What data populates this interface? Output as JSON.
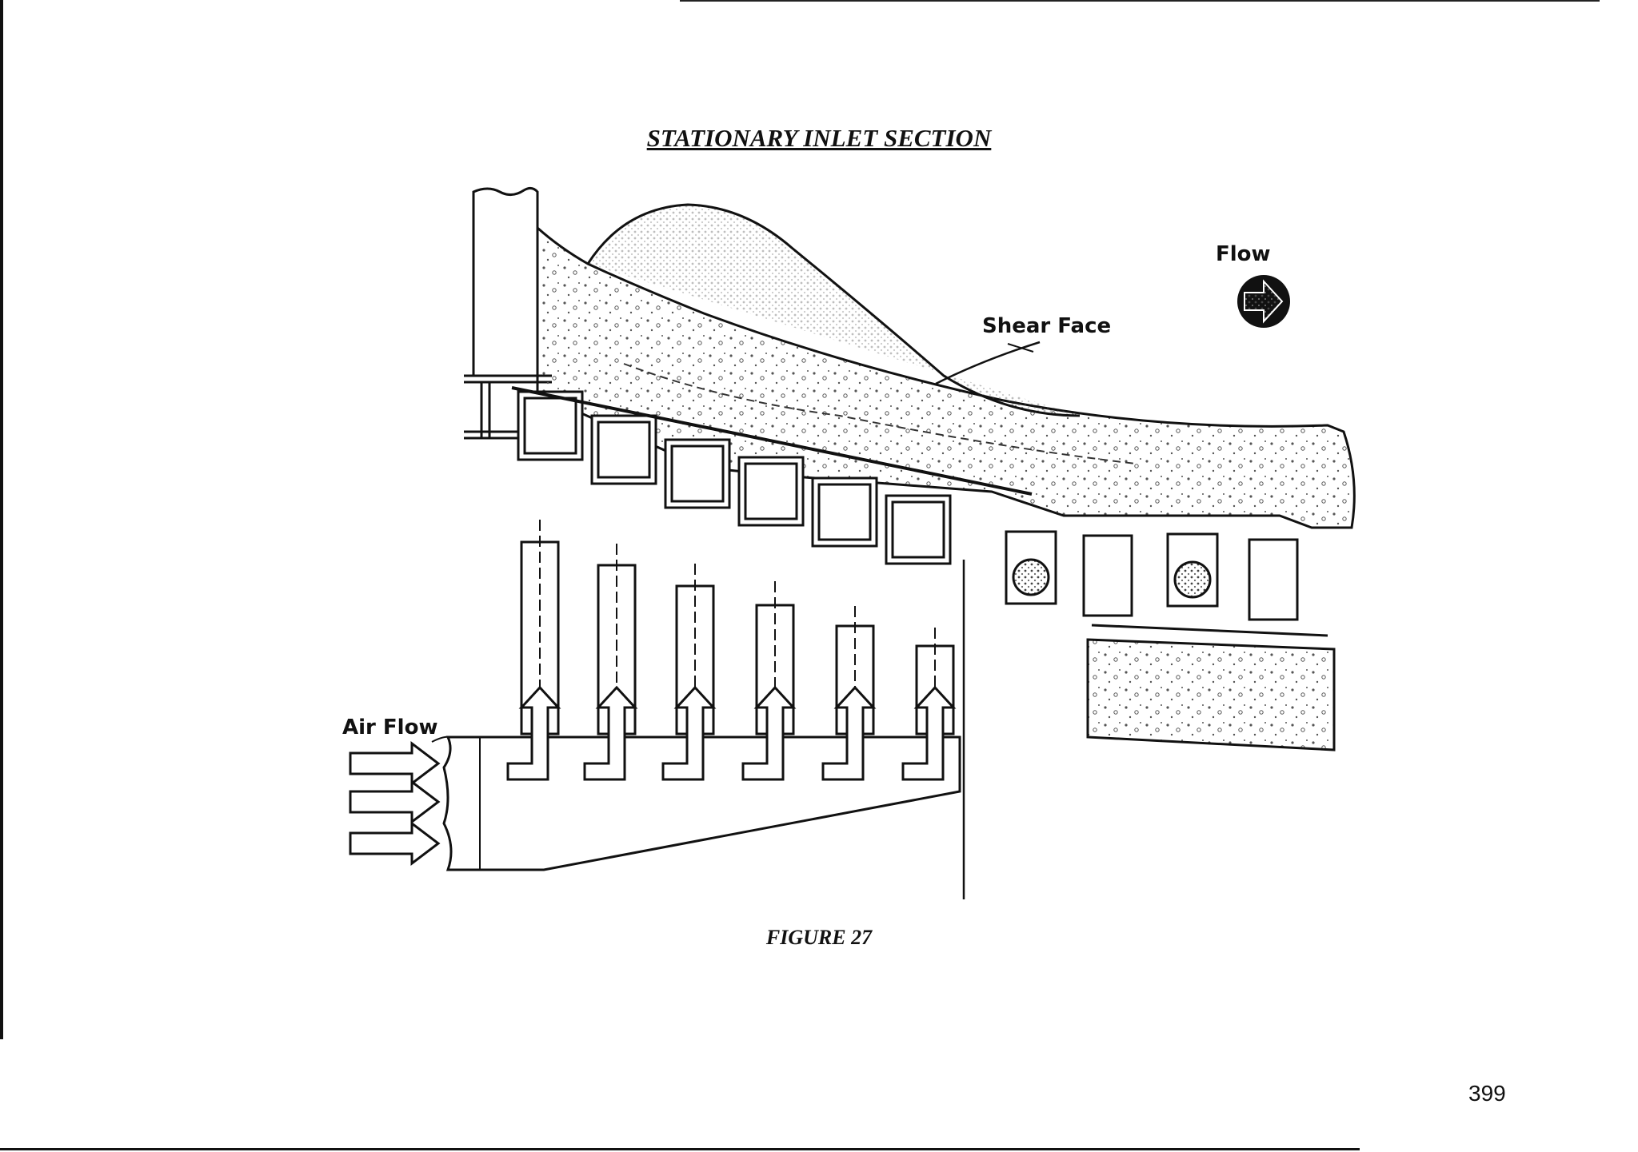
{
  "document": {
    "title": "STATIONARY INLET SECTION",
    "figure_caption": "FIGURE 27",
    "page_number": "399"
  },
  "diagram": {
    "labels": {
      "flow": "Flow",
      "shear_face": "Shear Face",
      "air_flow": "Air Flow"
    },
    "colors": {
      "ink": "#111111",
      "stipple": "#555555",
      "paper": "#ffffff"
    }
  }
}
